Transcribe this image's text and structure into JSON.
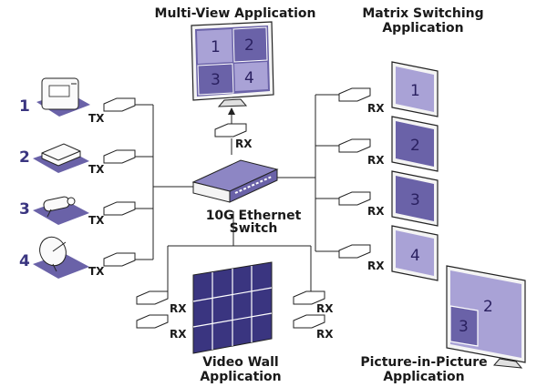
{
  "titles": {
    "multiview": [
      "Multi-View Application"
    ],
    "matrix": [
      "Matrix Switching",
      "Application"
    ],
    "switch": [
      "10G Ethernet",
      "Switch"
    ],
    "videowall": [
      "Video Wall",
      "Application"
    ],
    "pip": [
      "Picture-in-Picture",
      "Application"
    ]
  },
  "sources": [
    {
      "number": "1",
      "device": "pc-tower",
      "port": "TX"
    },
    {
      "number": "2",
      "device": "set-top-box",
      "port": "TX"
    },
    {
      "number": "3",
      "device": "security-camera",
      "port": "TX"
    },
    {
      "number": "4",
      "device": "satellite-dish",
      "port": "TX"
    }
  ],
  "multiview": {
    "quadrants": [
      "1",
      "2",
      "3",
      "4"
    ],
    "port": "RX"
  },
  "matrix": {
    "displays": [
      "1",
      "2",
      "3",
      "4"
    ],
    "port": "RX"
  },
  "videowall": {
    "ports": [
      "RX",
      "RX",
      "RX",
      "RX"
    ]
  },
  "pip": {
    "main": "2",
    "inset": "3"
  },
  "colors": {
    "light_purple": "#a9a2d6",
    "dark_purple": "#6a62a8",
    "accent": "#3a3580"
  }
}
